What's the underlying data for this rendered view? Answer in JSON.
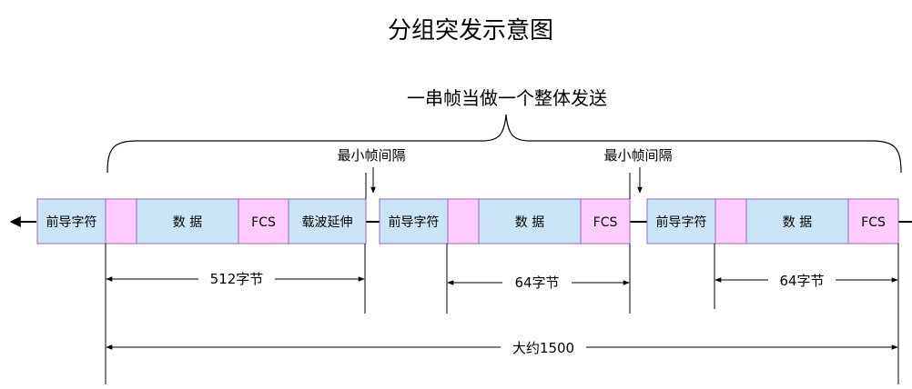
{
  "title": "分组突发示意图",
  "subtitle": "一串帧当做一个整体发送",
  "gap_label": "最小帧间隔",
  "frames": [
    {
      "preamble": "前导字符",
      "data": "数 据",
      "fcs": "FCS",
      "extension": "载波延伸"
    },
    {
      "preamble": "前导字符",
      "data": "数 据",
      "fcs": "FCS"
    },
    {
      "preamble": "前导字符",
      "data": "数 据",
      "fcs": "FCS"
    }
  ],
  "dimensions": {
    "frame1": "512字节",
    "frame2": "64字节",
    "frame3": "64字节",
    "total": "大约1500"
  },
  "colors": {
    "blue": "#cce5f6",
    "pink": "#ffccff",
    "border": "#9966bb",
    "line": "#000000"
  }
}
